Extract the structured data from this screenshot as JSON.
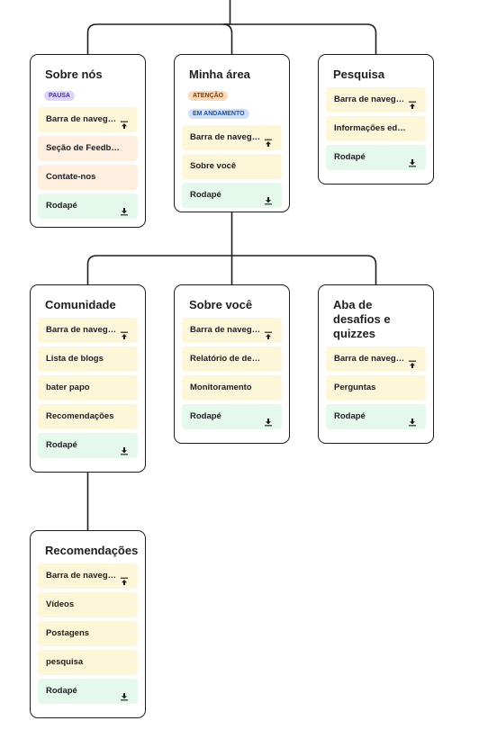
{
  "colors": {
    "stroke": "#1e1e1e",
    "row_nav": "#fdf6d8",
    "row_section": "#fdf6d8",
    "row_contact": "#fdeee0",
    "row_footer": "#e4f8ec",
    "badge_pausa_bg": "#ddd5fb",
    "badge_atencao_bg": "#fbd9b9",
    "badge_andamento_bg": "#cfe0fb"
  },
  "icons": {
    "nav": "arrow-up-to-line-icon",
    "footer": "arrow-down-to-line-icon"
  },
  "cards": [
    {
      "id": "sobre-nos",
      "title": "Sobre nós",
      "badges": [
        {
          "label": "PAUSA",
          "kind": "pausa"
        }
      ],
      "rows": [
        {
          "label": "Barra de navegação",
          "kind": "nav"
        },
        {
          "label": "Seção de Feedback",
          "kind": "contact"
        },
        {
          "label": "Contate-nos",
          "kind": "contact"
        },
        {
          "label": "Rodapé",
          "kind": "footer"
        }
      ]
    },
    {
      "id": "minha-area",
      "title": "Minha área",
      "badges": [
        {
          "label": "ATENÇÃO",
          "kind": "atencao"
        },
        {
          "label": "EM ANDAMENTO",
          "kind": "andamento"
        }
      ],
      "rows": [
        {
          "label": "Barra de navegação",
          "kind": "nav"
        },
        {
          "label": "Sobre você",
          "kind": "section"
        },
        {
          "label": "Rodapé",
          "kind": "footer"
        }
      ]
    },
    {
      "id": "pesquisa",
      "title": "Pesquisa",
      "badges": [],
      "rows": [
        {
          "label": "Barra de navegação",
          "kind": "nav"
        },
        {
          "label": "Informações educacionais",
          "kind": "section"
        },
        {
          "label": "Rodapé",
          "kind": "footer"
        }
      ]
    },
    {
      "id": "comunidade",
      "title": "Comunidade",
      "badges": [],
      "rows": [
        {
          "label": "Barra de navegação",
          "kind": "nav"
        },
        {
          "label": "Lista de blogs",
          "kind": "section"
        },
        {
          "label": "bater papo",
          "kind": "section"
        },
        {
          "label": "Recomendações",
          "kind": "section"
        },
        {
          "label": "Rodapé",
          "kind": "footer"
        }
      ]
    },
    {
      "id": "sobre-voce",
      "title": "Sobre você",
      "badges": [],
      "rows": [
        {
          "label": "Barra de navegação",
          "kind": "nav"
        },
        {
          "label": "Relatório de desempenho",
          "kind": "section"
        },
        {
          "label": "Monitoramento",
          "kind": "section"
        },
        {
          "label": "Rodapé",
          "kind": "footer"
        }
      ]
    },
    {
      "id": "desafios",
      "title": "Aba de desafios e quizzes",
      "badges": [],
      "rows": [
        {
          "label": "Barra de navegação",
          "kind": "nav"
        },
        {
          "label": "Perguntas",
          "kind": "section"
        },
        {
          "label": "Rodapé",
          "kind": "footer"
        }
      ]
    },
    {
      "id": "recomendacoes",
      "title": "Recomendações",
      "badges": [],
      "rows": [
        {
          "label": "Barra de navegação",
          "kind": "nav"
        },
        {
          "label": "Vídeos",
          "kind": "section"
        },
        {
          "label": "Postagens",
          "kind": "section"
        },
        {
          "label": "pesquisa",
          "kind": "section"
        },
        {
          "label": "Rodapé",
          "kind": "footer"
        }
      ]
    }
  ],
  "connections": [
    {
      "from": "root",
      "to": "sobre-nos"
    },
    {
      "from": "root",
      "to": "minha-area"
    },
    {
      "from": "root",
      "to": "pesquisa"
    },
    {
      "from": "minha-area",
      "to": "comunidade"
    },
    {
      "from": "minha-area",
      "to": "sobre-voce"
    },
    {
      "from": "minha-area",
      "to": "desafios"
    },
    {
      "from": "comunidade",
      "to": "recomendacoes"
    }
  ]
}
